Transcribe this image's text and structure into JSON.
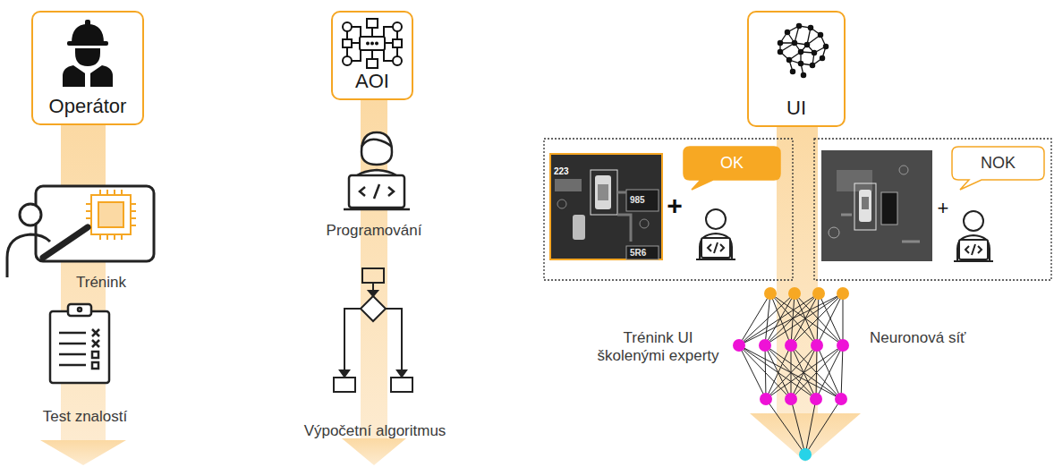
{
  "diagram": {
    "nodes": [
      {
        "text": [
          "Operátor"
        ]
      },
      {
        "text": [
          "AOI"
        ]
      },
      {
        "text": [
          "UI"
        ]
      },
      {
        "text": [
          "OK"
        ]
      },
      {
        "text": [
          "NOK"
        ]
      }
    ],
    "labels": [
      "Trénink",
      "Test znalostí",
      "Programování",
      "Výpočetní algoritmus",
      "223",
      "985",
      "5R6",
      "+",
      "Trénink UI školenými experty",
      "+",
      "Neuronová síť"
    ]
  }
}
